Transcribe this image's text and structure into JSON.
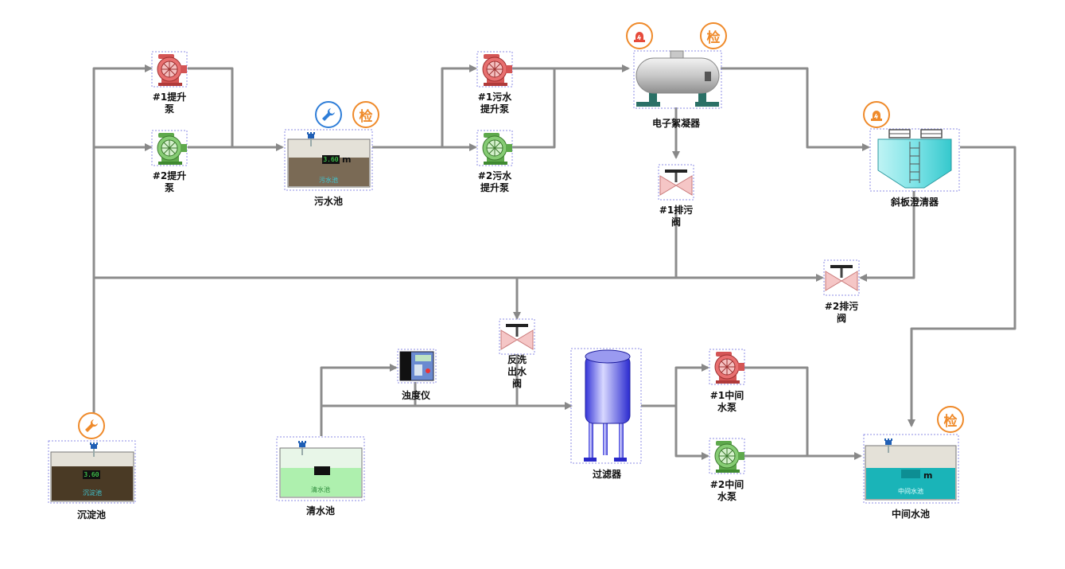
{
  "pumps": {
    "p1_lift": "#1提升\n泵",
    "p2_lift": "#2提升\n泵",
    "p1_sewage": "#1污水\n提升泵",
    "p2_sewage": "#2污水\n提升泵",
    "p1_mid": "#1中间\n水泵",
    "p2_mid": "#2中间\n水泵"
  },
  "valves": {
    "v1_drain": "#1排污\n阀",
    "v2_drain": "#2排污\n阀",
    "backwash": "反洗\n出水\n阀"
  },
  "equipment": {
    "coagulator": "电子絮凝器",
    "clarifier": "斜板澄清器",
    "filter": "过滤器",
    "turbidimeter": "浊度仪"
  },
  "tanks": {
    "sewage": {
      "label": "污水池",
      "inner": "污水池",
      "level": "3.60",
      "unit": "m"
    },
    "sediment": {
      "label": "沉淀池",
      "inner": "沉淀池",
      "level": "3.60"
    },
    "clear": {
      "label": "清水池",
      "inner": "清水池",
      "level": ""
    },
    "middle": {
      "label": "中间水池",
      "inner": "中间水池",
      "level": "",
      "unit": "m"
    }
  },
  "badges": {
    "check": "检"
  },
  "colors": {
    "pipe": "#888888",
    "pump_red": "#e06a6a",
    "pump_green": "#7cc46a",
    "valve": "#f1b4b4",
    "accent": "#ef8a2a",
    "wrench_blue": "#2f7ed8"
  }
}
